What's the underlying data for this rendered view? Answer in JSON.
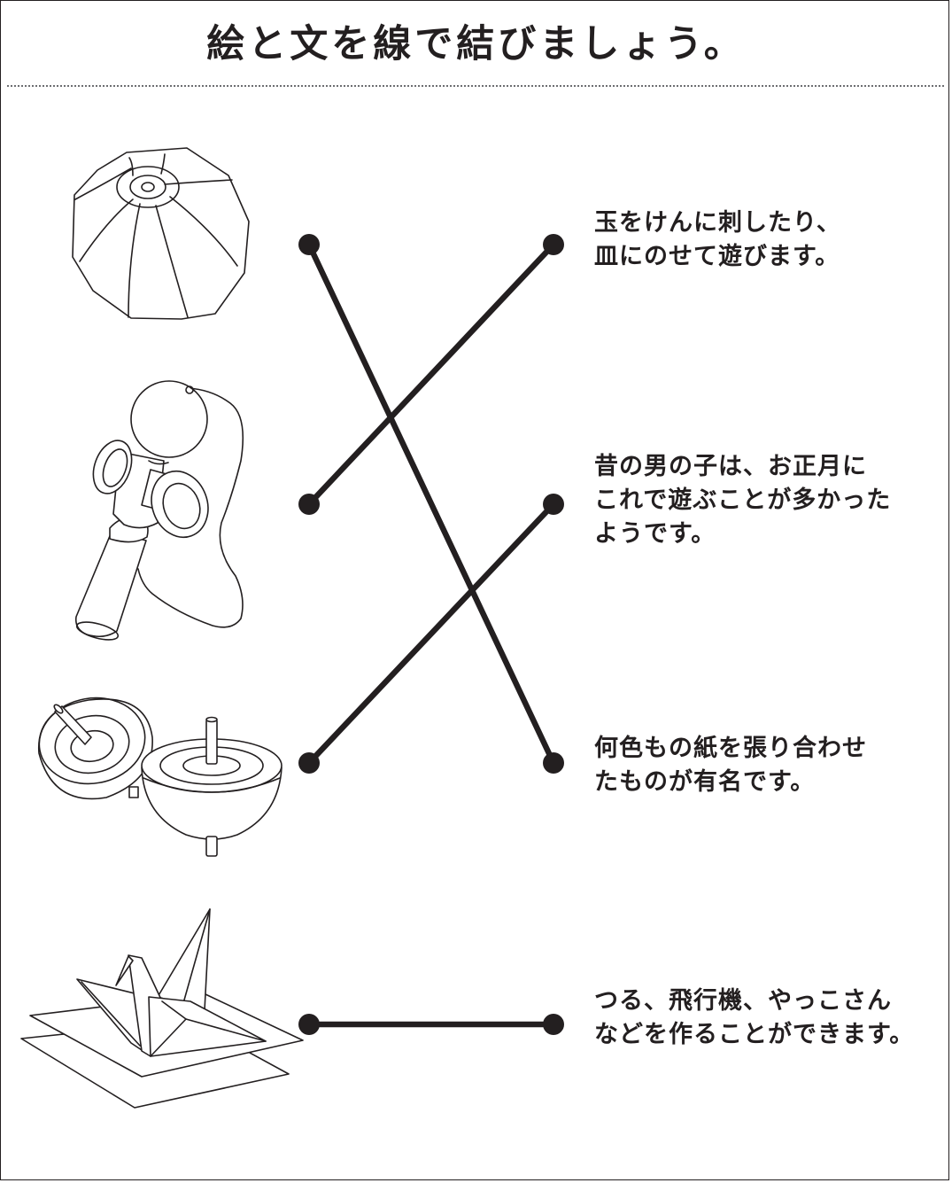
{
  "title": "絵と文を線で結びましょう。",
  "pictures": [
    {
      "icon": "temari-ball-icon"
    },
    {
      "icon": "kendama-icon"
    },
    {
      "icon": "spinning-top-icon"
    },
    {
      "icon": "origami-crane-icon"
    }
  ],
  "descriptions": [
    {
      "lines": [
        "玉をけんに刺したり、",
        "皿にのせて遊びます。"
      ]
    },
    {
      "lines": [
        "昔の男の子は、お正月に",
        "これで遊ぶことが多かった",
        "ようです。"
      ]
    },
    {
      "lines": [
        "何色もの紙を張り合わせ",
        "たものが有名です。"
      ]
    },
    {
      "lines": [
        "つる、飛行機、やっこさん",
        "などを作ることができます。"
      ]
    }
  ],
  "connections": [
    {
      "picture": 1,
      "description": 3
    },
    {
      "picture": 2,
      "description": 1
    },
    {
      "picture": 3,
      "description": 2
    },
    {
      "picture": 4,
      "description": 4
    }
  ],
  "colors": {
    "ink": "#231f20",
    "background": "#ffffff"
  }
}
